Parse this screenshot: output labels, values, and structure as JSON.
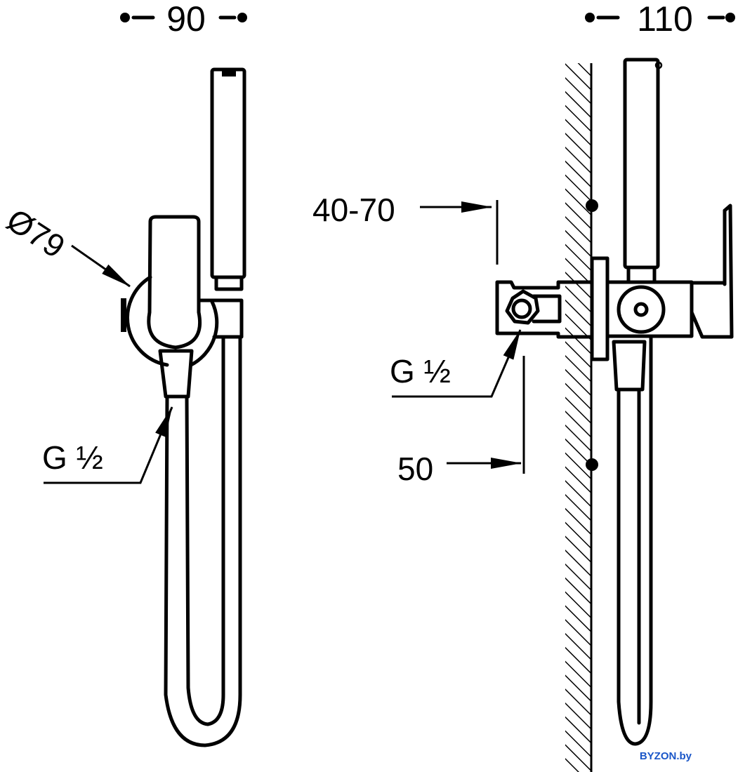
{
  "left_view": {
    "width_dim": "90",
    "diameter_label": "Ø79",
    "thread_label": "G ½"
  },
  "right_view": {
    "depth_dim": "110",
    "recess_label": "40-70",
    "thread_label": "G ½",
    "offset_label": "50"
  },
  "watermark": {
    "text": "BYZON.by",
    "color": "#1a56c8"
  }
}
